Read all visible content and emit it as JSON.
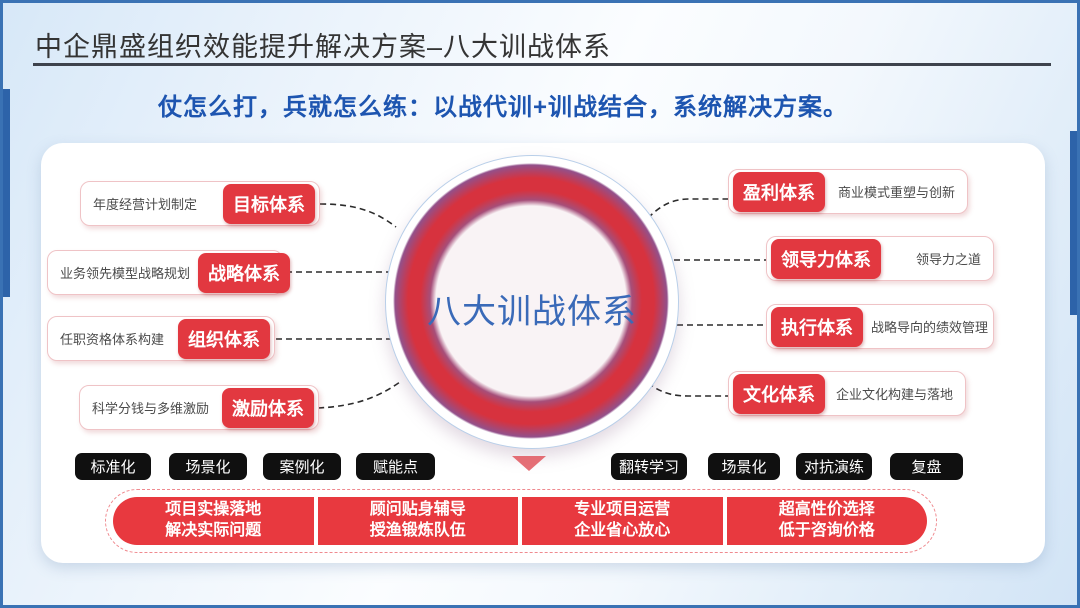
{
  "slide": {
    "title": "中企鼎盛组织效能提升解决方案–八大训战体系",
    "subtitle": "仗怎么打，兵就怎么练：以战代训+训战结合，系统解决方案。"
  },
  "center": {
    "label": "八大训战体系"
  },
  "left_items": [
    {
      "desc": "年度经营计划制定",
      "system": "目标体系"
    },
    {
      "desc": "业务领先模型战略规划",
      "system": "战略体系"
    },
    {
      "desc": "任职资格体系构建",
      "system": "组织体系"
    },
    {
      "desc": "科学分钱与多维激励",
      "system": "激励体系"
    }
  ],
  "right_items": [
    {
      "system": "盈利体系",
      "desc": "商业模式重塑与创新"
    },
    {
      "system": "领导力体系",
      "desc": "领导力之道"
    },
    {
      "system": "执行体系",
      "desc": "战略导向的绩效管理"
    },
    {
      "system": "文化体系",
      "desc": "企业文化构建与落地"
    }
  ],
  "left_tags": [
    "标准化",
    "场景化",
    "案例化",
    "赋能点"
  ],
  "right_tags": [
    "翻转学习",
    "场景化",
    "对抗演练",
    "复盘"
  ],
  "benefits": [
    {
      "line1": "项目实操落地",
      "line2": "解决实际问题"
    },
    {
      "line1": "顾问贴身辅导",
      "line2": "授渔锻炼队伍"
    },
    {
      "line1": "专业项目运营",
      "line2": "企业省心放心"
    },
    {
      "line1": "超高性价选择",
      "line2": "低于咨询价格"
    }
  ],
  "colors": {
    "accent_red": "#e23840",
    "bar_red": "#e8393f",
    "subtitle_blue": "#1d55b0",
    "frame_blue": "#3a72b4",
    "tag_black": "#101010",
    "center_text_blue": "#3a6ab8",
    "ring_purple": "#93508a"
  }
}
